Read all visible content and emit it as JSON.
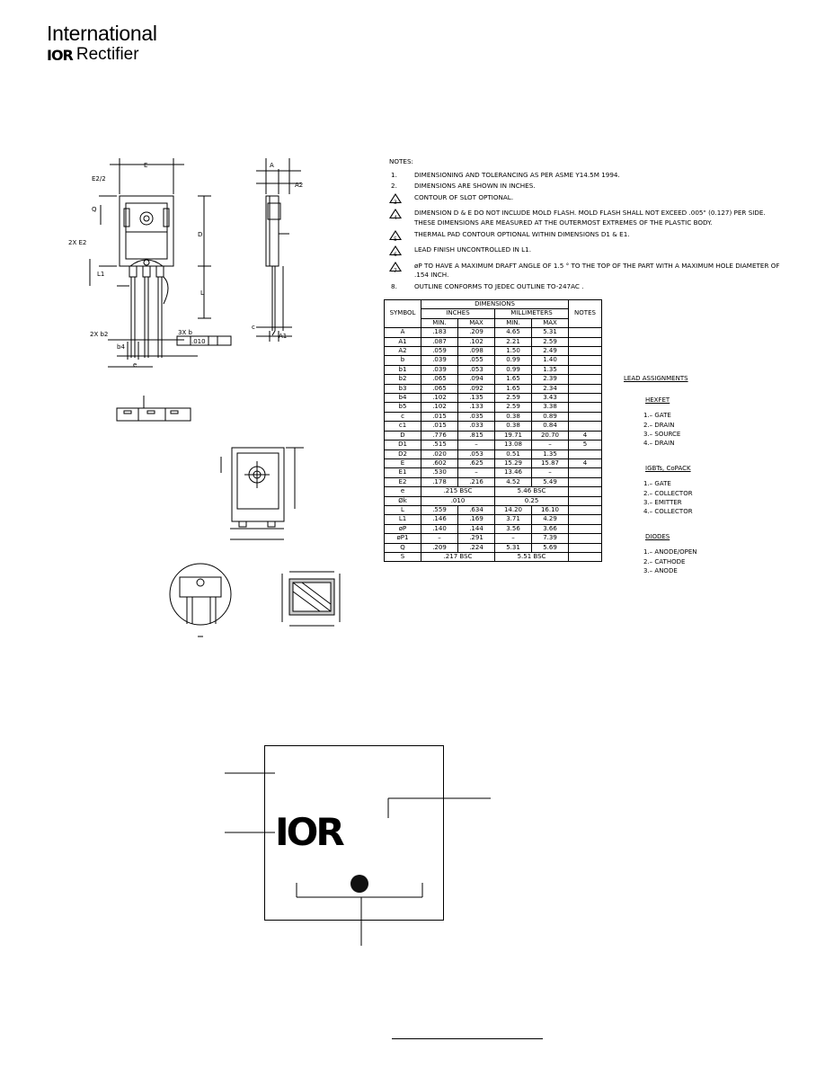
{
  "brand": {
    "line1": "International",
    "logo": "IOR",
    "line2": "Rectifier"
  },
  "notes": {
    "header": "NOTES:",
    "items": [
      {
        "num": "1.",
        "text": "DIMENSIONING AND TOLERANCING AS PER ASME Y14.5M 1994.",
        "delta": false
      },
      {
        "num": "2.",
        "text": "DIMENSIONS ARE SHOWN IN INCHES.",
        "delta": false
      },
      {
        "num": "3",
        "text": "CONTOUR OF SLOT OPTIONAL.",
        "delta": true
      },
      {
        "num": "4",
        "text": "DIMENSION D & E DO NOT INCLUDE MOLD FLASH. MOLD FLASH SHALL NOT EXCEED .005\" (0.127) PER SIDE. THESE DIMENSIONS ARE MEASURED AT THE OUTERMOST EXTREMES OF THE PLASTIC BODY.",
        "delta": true
      },
      {
        "num": "5",
        "text": "THERMAL PAD CONTOUR OPTIONAL WITHIN DIMENSIONS D1 & E1.",
        "delta": true
      },
      {
        "num": "6",
        "text": "LEAD FINISH UNCONTROLLED IN L1.",
        "delta": true
      },
      {
        "num": "7",
        "text": "øP TO HAVE A MAXIMUM DRAFT ANGLE OF 1.5 ° TO THE TOP OF THE PART WITH A MAXIMUM HOLE DIAMETER OF .154 INCH.",
        "delta": true
      },
      {
        "num": "8.",
        "text": "OUTLINE CONFORMS TO JEDEC OUTLINE TO-247AC .",
        "delta": false
      }
    ]
  },
  "table": {
    "h_symbol": "SYMBOL",
    "h_dimensions": "DIMENSIONS",
    "h_inches": "INCHES",
    "h_mm": "MILLIMETERS",
    "h_notes": "NOTES",
    "h_min": "MIN.",
    "h_max": "MAX",
    "rows": [
      [
        "A",
        ".183",
        ".209",
        "4.65",
        "5.31",
        ""
      ],
      [
        "A1",
        ".087",
        ".102",
        "2.21",
        "2.59",
        ""
      ],
      [
        "A2",
        ".059",
        ".098",
        "1.50",
        "2.49",
        ""
      ],
      [
        "b",
        ".039",
        ".055",
        "0.99",
        "1.40",
        ""
      ],
      [
        "b1",
        ".039",
        ".053",
        "0.99",
        "1.35",
        ""
      ],
      [
        "b2",
        ".065",
        ".094",
        "1.65",
        "2.39",
        ""
      ],
      [
        "b3",
        ".065",
        ".092",
        "1.65",
        "2.34",
        ""
      ],
      [
        "b4",
        ".102",
        ".135",
        "2.59",
        "3.43",
        ""
      ],
      [
        "b5",
        ".102",
        ".133",
        "2.59",
        "3.38",
        ""
      ],
      [
        "c",
        ".015",
        ".035",
        "0.38",
        "0.89",
        ""
      ],
      [
        "c1",
        ".015",
        ".033",
        "0.38",
        "0.84",
        ""
      ],
      [
        "D",
        ".776",
        ".815",
        "19.71",
        "20.70",
        "4"
      ],
      [
        "D1",
        ".515",
        "–",
        "13.08",
        "–",
        "5"
      ],
      [
        "D2",
        ".020",
        ".053",
        "0.51",
        "1.35",
        ""
      ],
      [
        "E",
        ".602",
        ".625",
        "15.29",
        "15.87",
        "4"
      ],
      [
        "E1",
        ".530",
        "–",
        "13.46",
        "–",
        ""
      ],
      [
        "E2",
        ".178",
        ".216",
        "4.52",
        "5.49",
        ""
      ],
      [
        "e",
        ".215 BSC",
        null,
        "5.46 BSC",
        null,
        ""
      ],
      [
        "Øk",
        ".010",
        null,
        "0.25",
        null,
        ""
      ],
      [
        "L",
        ".559",
        ".634",
        "14.20",
        "16.10",
        ""
      ],
      [
        "L1",
        ".146",
        ".169",
        "3.71",
        "4.29",
        ""
      ],
      [
        "øP",
        ".140",
        ".144",
        "3.56",
        "3.66",
        ""
      ],
      [
        "øP1",
        "–",
        ".291",
        "–",
        "7.39",
        ""
      ],
      [
        "Q",
        ".209",
        ".224",
        "5.31",
        "5.69",
        ""
      ],
      [
        "S",
        ".217 BSC",
        null,
        "5.51 BSC",
        null,
        ""
      ]
    ]
  },
  "leads": {
    "title": "LEAD ASSIGNMENTS",
    "groups": [
      {
        "name": "HEXFET",
        "items": [
          "1.– GATE",
          "2.– DRAIN",
          "3.– SOURCE",
          "4.– DRAIN"
        ]
      },
      {
        "name": "IGBTs, CoPACK",
        "items": [
          "1.– GATE",
          "2.– COLLECTOR",
          "3.– EMITTER",
          "4.– COLLECTOR"
        ]
      },
      {
        "name": "DIODES",
        "items": [
          "1.– ANODE/OPEN",
          "2.– CATHODE",
          "3.– ANODE"
        ]
      }
    ]
  },
  "drawing_labels": {
    "E": "E",
    "A": "A",
    "A2": "A2",
    "Q": "Q",
    "D": "D",
    "E2": "E2",
    "L1": "L1",
    "L": "L",
    "b2": "2X b2",
    "b": "3X b",
    "b4": "b4",
    "e": "e",
    "c": "c",
    "A1": "A1",
    "E2half": "E2/2",
    "tol": ".010",
    "twoxE2": "2X E2"
  },
  "marking": {
    "logo": "IOR"
  }
}
